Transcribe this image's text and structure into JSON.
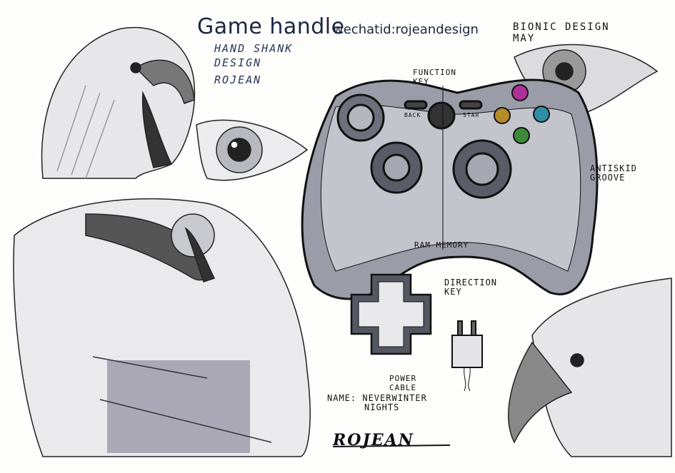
{
  "header": {
    "title": "Game handle",
    "wechat": "wechatid:rojeandesign"
  },
  "subtitle": {
    "line1": "HAND SHANK",
    "line2": "DESIGN",
    "line3": "ROJEAN"
  },
  "top_right": {
    "line1": "BIONIC DESIGN",
    "line2": "MAY"
  },
  "annotations": {
    "function_key": [
      "FUNCTION",
      "KEY"
    ],
    "back": "BACK",
    "start": "STAR",
    "antiskid": [
      "ANTISKID",
      "GROOVE"
    ],
    "ram_memory": "RAM MEMORY",
    "direction_key": [
      "DIRECTION",
      "KEY"
    ],
    "power_cable": [
      "POWER",
      "CABLE"
    ],
    "name": [
      "NAME: NEVERWINTER",
      "NIGHTS"
    ]
  },
  "signature": "ROJEAN",
  "colors": {
    "ink": "#1e2235",
    "marker_gray": "#8e909c",
    "button_magenta": "#b0309a",
    "button_amber": "#b58a28",
    "button_teal": "#2f8fa6",
    "button_green": "#3f8a3a"
  }
}
